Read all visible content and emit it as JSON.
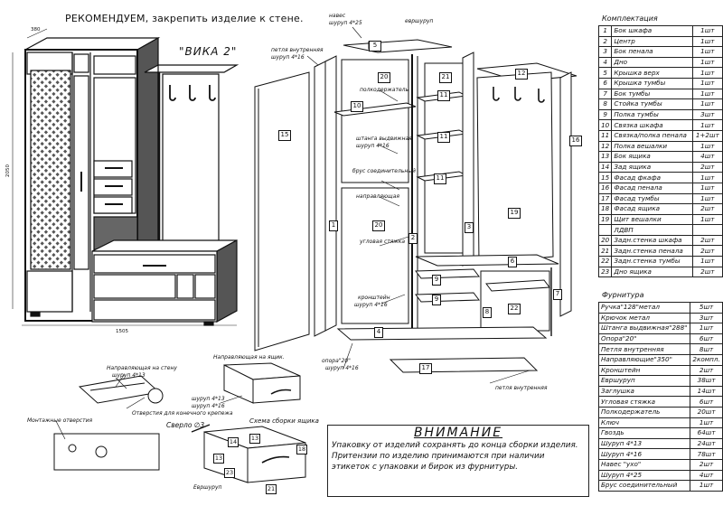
{
  "header": {
    "recommend": "РЕКОМЕНДУЕМ, закрепить изделие к стене.",
    "model": "\"ВИКА 2\""
  },
  "dimensions": {
    "depth": "380",
    "height": "2050",
    "width": "1505"
  },
  "labels": {
    "petlya": "петля внутренняя",
    "shurup416a": "шуруп 4*16",
    "naves": "навес",
    "shurup425": "шуруп 4*25",
    "evroshurup_top": "евршуруп",
    "polkoderzhatel": "полкодержатель",
    "shtanga": "штанга выдвижная",
    "shurup416b": "шуруп 4*16",
    "brus": "брус соединительный",
    "napravl_upper": "направляющая",
    "uglovaya": "угловая стяжка",
    "kronshtein": "кронштейн",
    "shurup416c": "шуруп 4*16",
    "opora": "опора\"20\"",
    "shurup416d": "шуруп 4*16",
    "petlya_bottom": "петля внутренняя",
    "napravl_yashik": "Направляющая на ящик.",
    "napravl_stenu": "Направляющая на стену",
    "shurup413": "шуруп 4*13",
    "montazh": "Монтажные отверстия",
    "otverstiya": "Отверстия для конечного крепежа",
    "shurup413b": "шуруп 4*13",
    "shurup416e": "шуруп 4*16",
    "sverlo": "Сверло ∅3",
    "skhema": "Схема сборки ящика",
    "evroshurup_drawer": "Евршуруп"
  },
  "part_numbers": {
    "p5": "5",
    "p12": "12",
    "p15": "15",
    "p10": "10",
    "p20": "20",
    "p20b": "20",
    "p21": "21",
    "p11a": "11",
    "p11b": "11",
    "p11c": "11",
    "p16": "16",
    "p19": "19",
    "p1": "1",
    "p2": "2",
    "p3": "3",
    "p4": "4",
    "p6": "6",
    "p7": "7",
    "p8": "8",
    "p9a": "9",
    "p9b": "9",
    "p22": "22",
    "p17": "17",
    "d13": "13",
    "d14": "14",
    "d18": "18",
    "d23": "23",
    "d21": "21"
  },
  "komplektatsiya": {
    "title": "Комплектация",
    "rows": [
      {
        "n": "1",
        "name": "Бок шкафа",
        "qty": "1шт"
      },
      {
        "n": "2",
        "name": "Центр",
        "qty": "1шт"
      },
      {
        "n": "3",
        "name": "Бок пенала",
        "qty": "1шт"
      },
      {
        "n": "4",
        "name": "Дно",
        "qty": "1шт"
      },
      {
        "n": "5",
        "name": "Крышка верх",
        "qty": "1шт"
      },
      {
        "n": "6",
        "name": "Крышка тумбы",
        "qty": "1шт"
      },
      {
        "n": "7",
        "name": "Бок тумбы",
        "qty": "1шт"
      },
      {
        "n": "8",
        "name": "Стойка тумбы",
        "qty": "1шт"
      },
      {
        "n": "9",
        "name": "Полка тумбы",
        "qty": "3шт"
      },
      {
        "n": "10",
        "name": "Связка шкафа",
        "qty": "1шт"
      },
      {
        "n": "11",
        "name": "Связка/полка пенала",
        "qty": "1+2шт"
      },
      {
        "n": "12",
        "name": "Полка вешалки",
        "qty": "1шт"
      },
      {
        "n": "13",
        "name": "Бок ящика",
        "qty": "4шт"
      },
      {
        "n": "14",
        "name": "Зад ящика",
        "qty": "2шт"
      },
      {
        "n": "15",
        "name": "Фасад фкафа",
        "qty": "1шт"
      },
      {
        "n": "16",
        "name": "Фасад пенала",
        "qty": "1шт"
      },
      {
        "n": "17",
        "name": "Фасад тумбы",
        "qty": "1шт"
      },
      {
        "n": "18",
        "name": "Фасад ящика",
        "qty": "2шт"
      },
      {
        "n": "19",
        "name": "Щит вешалки",
        "qty": "1шт"
      },
      {
        "n": "",
        "name": "ЛДВП",
        "qty": ""
      },
      {
        "n": "20",
        "name": "Задн.стенка шкафа",
        "qty": "2шт"
      },
      {
        "n": "21",
        "name": "Задн.стенка пенала",
        "qty": "2шт"
      },
      {
        "n": "22",
        "name": "Задн.стенка тумбы",
        "qty": "1шт"
      },
      {
        "n": "23",
        "name": "Дно ящика",
        "qty": "2шт"
      }
    ]
  },
  "furnitura": {
    "title": "Фурнитура",
    "rows": [
      {
        "name": "Ручка\"128\"метал",
        "qty": "5шт"
      },
      {
        "name": "Крючок метал",
        "qty": "3шт"
      },
      {
        "name": "Штанга выдвижная\"288\"",
        "qty": "1шт"
      },
      {
        "name": "Опора\"20\"",
        "qty": "6шт"
      },
      {
        "name": "Петля внутренняя",
        "qty": "8шт"
      },
      {
        "name": "Направляющие\"350\"",
        "qty": "2компл."
      },
      {
        "name": "Кронштейн",
        "qty": "2шт"
      },
      {
        "name": "Евршуруп",
        "qty": "38шт"
      },
      {
        "name": "Заглушка",
        "qty": "14шт"
      },
      {
        "name": "Угловая стяжка",
        "qty": "6шт"
      },
      {
        "name": "Полкодержатель",
        "qty": "20шт"
      },
      {
        "name": "Ключ",
        "qty": "1шт"
      },
      {
        "name": "Гвоздь",
        "qty": "64шт"
      },
      {
        "name": "Шуруп 4*13",
        "qty": "24шт"
      },
      {
        "name": "Шуруп 4*16",
        "qty": "78шт"
      },
      {
        "name": "Навес \"ухо\"",
        "qty": "2шт"
      },
      {
        "name": "Шуруп 4*25",
        "qty": "4шт"
      },
      {
        "name": "Брус соединительный",
        "qty": "1шт"
      }
    ]
  },
  "notice": {
    "title": "ВНИМАНИЕ",
    "line1": "Упаковку от изделий сохранять до конца сборки изделия.",
    "line2": "Притензии по изделию принимаются при наличии",
    "line3": "этикеток с упаковки и бирок из фурнитуры."
  }
}
